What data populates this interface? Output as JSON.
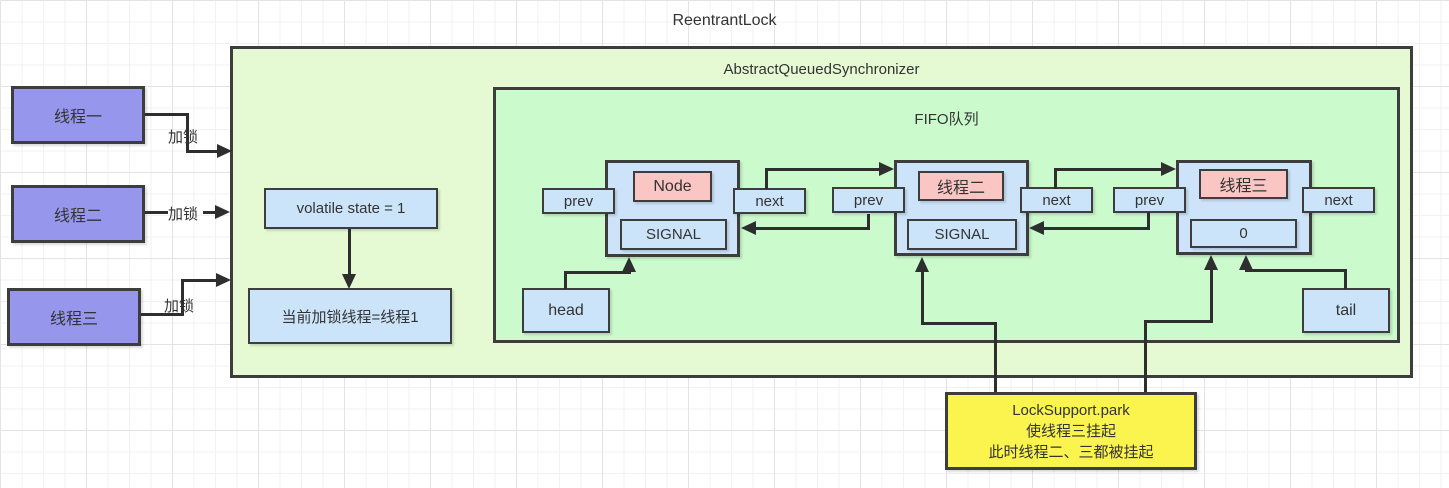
{
  "page": {
    "title": "ReentrantLock"
  },
  "aqs": {
    "title": "AbstractQueuedSynchronizer",
    "state_box": "volatile state = 1",
    "owner_box": "当前加锁线程=线程1"
  },
  "threads": [
    {
      "label": "线程一",
      "action": "加锁"
    },
    {
      "label": "线程二",
      "action": "加锁"
    },
    {
      "label": "线程三",
      "action": "加锁"
    }
  ],
  "fifo": {
    "title": "FIFO队列",
    "head_label": "head",
    "tail_label": "tail",
    "nodes": [
      {
        "label": "Node",
        "wait_status": "SIGNAL",
        "prev": "prev",
        "next": "next"
      },
      {
        "label": "线程二",
        "wait_status": "SIGNAL",
        "prev": "prev",
        "next": "next"
      },
      {
        "label": "线程三",
        "wait_status": "0",
        "prev": "prev",
        "next": "next"
      }
    ]
  },
  "note": {
    "lines": [
      "LockSupport.park",
      "使线程三挂起",
      "此时线程二、三都被挂起"
    ]
  },
  "colors": {
    "thread_fill": "#9697ec",
    "aqs_fill": "#e5fad3",
    "fifo_fill": "#cbfacd",
    "node_fill": "#cde3f9",
    "field_fill": "#cce4f9",
    "label_fill": "#f9c6c4",
    "note_fill": "#fbf44e",
    "border": "#3d3d3d"
  }
}
